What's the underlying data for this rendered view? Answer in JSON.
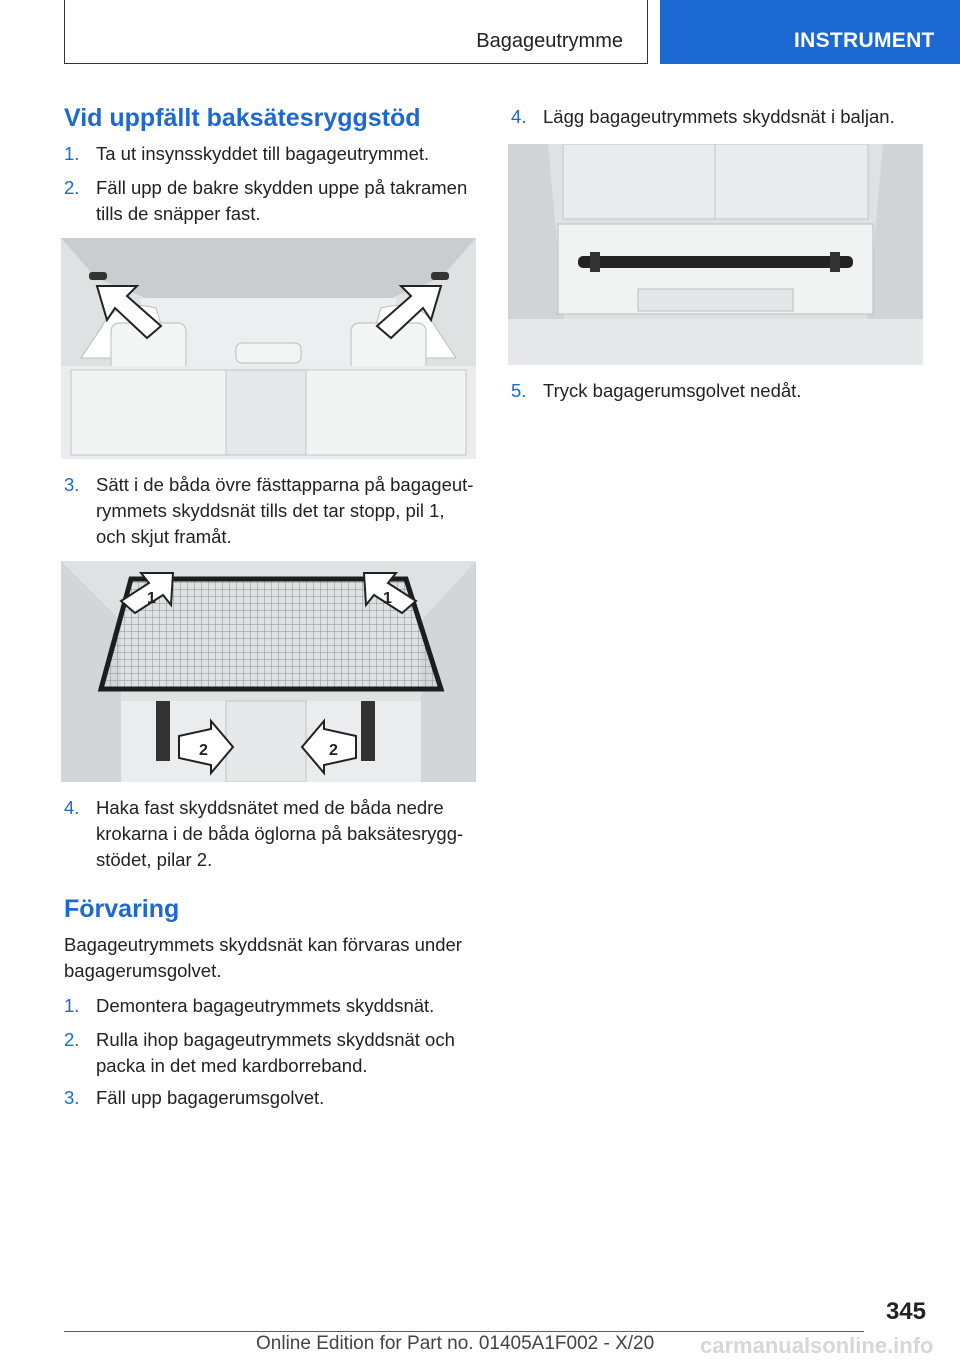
{
  "header": {
    "section": "Bagageutrymme",
    "chapter": "INSTRUMENT"
  },
  "left": {
    "heading1": "Vid uppfällt baksätesryggstöd",
    "steps_a": [
      {
        "n": "1.",
        "lines": [
          "Ta ut insynsskyddet till bagageutrymmet."
        ]
      },
      {
        "n": "2.",
        "lines": [
          "Fäll upp de bakre skydden uppe på takramen",
          "tills de snäpper fast."
        ]
      }
    ],
    "steps_b": [
      {
        "n": "3.",
        "lines": [
          "Sätt i de båda övre fästtapparna på bagageut-",
          "rymmets skyddsnät tills det tar stopp, pil 1,",
          "och skjut framåt."
        ]
      }
    ],
    "steps_c": [
      {
        "n": "4.",
        "lines": [
          "Haka fast skyddsnätet med de båda nedre",
          "krokarna i de båda öglorna på baksätesrygg-",
          "stödet, pilar 2."
        ]
      }
    ],
    "heading2": "Förvaring",
    "paragraph_lines": [
      "Bagageutrymmets skyddsnät kan förvaras under",
      "bagagerumsgolvet."
    ],
    "steps_d": [
      {
        "n": "1.",
        "lines": [
          "Demontera bagageutrymmets skyddsnät."
        ]
      },
      {
        "n": "2.",
        "lines": [
          "Rulla ihop bagageutrymmets skyddsnät och",
          "packa in det med kardborreband."
        ]
      },
      {
        "n": "3.",
        "lines": [
          "Fäll upp bagagerumsgolvet."
        ]
      }
    ],
    "fig2_labels": {
      "arrow1": "1",
      "arrow2": "2"
    }
  },
  "right": {
    "steps_a": [
      {
        "n": "4.",
        "lines": [
          "Lägg bagageutrymmets skyddsnät i baljan."
        ]
      }
    ],
    "steps_b": [
      {
        "n": "5.",
        "lines": [
          "Tryck bagagerumsgolvet nedåt."
        ]
      }
    ]
  },
  "footer": {
    "page_number": "345",
    "edition": "Online Edition for Part no. 01405A1F002 - X/20",
    "watermark": "carmanualsonline.info"
  },
  "colors": {
    "accent": "#1c69d4",
    "text": "#222222"
  }
}
